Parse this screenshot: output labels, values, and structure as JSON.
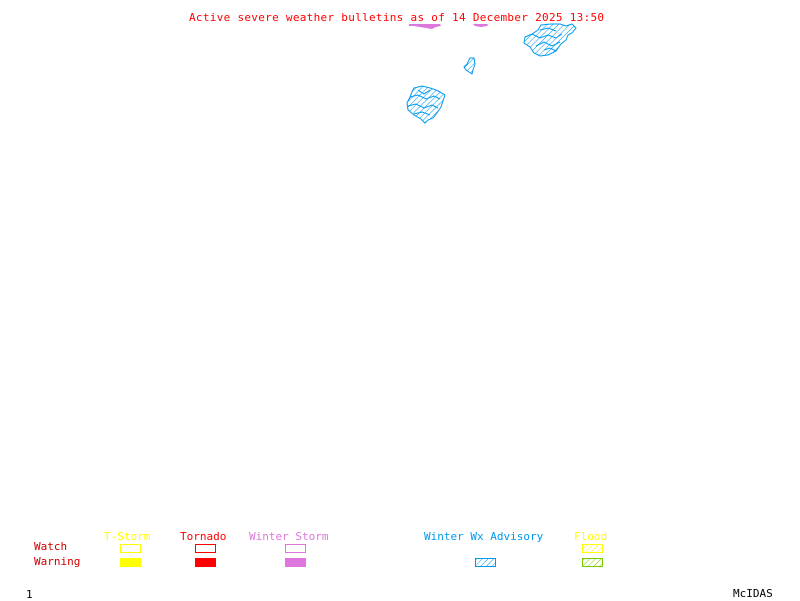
{
  "title": "Active severe weather bulletins as of 14 December 2025 13:50",
  "colors": {
    "title": "#ff0000",
    "row_labels": "#cc0000",
    "tstorm": "#ffff00",
    "tornado": "#ff0000",
    "winter_storm": "#dd77dd",
    "winter_wx_advisory": "#0099ee",
    "flood_watch": "#ffff00",
    "flood_warning": "#77cc00"
  },
  "legend": {
    "row_labels": {
      "watch": "Watch",
      "warning": "Warning"
    },
    "categories": [
      {
        "key": "tstorm",
        "label": "T-Storm",
        "color": "#ffff00",
        "watch": "outline",
        "warning": "filled"
      },
      {
        "key": "tornado",
        "label": "Tornado",
        "color": "#ff0000",
        "watch": "outline",
        "warning": "filled"
      },
      {
        "key": "winter_storm",
        "label": "Winter Storm",
        "color": "#dd77dd",
        "watch": "outline",
        "warning": "filled"
      },
      {
        "key": "winter_wx_advisory",
        "label": "Winter Wx Advisory",
        "color": "#0099ee",
        "watch": "none",
        "warning": "hatched"
      },
      {
        "key": "flood",
        "label": "Flood",
        "color": "#ffff00",
        "warning_color": "#77cc00",
        "watch": "hatched",
        "warning": "hatched"
      }
    ]
  },
  "map_features": [
    {
      "type": "Winter Wx Advisory",
      "region": "northeast-cluster",
      "color": "#0099ee"
    },
    {
      "type": "Winter Wx Advisory",
      "region": "small-central",
      "color": "#0099ee"
    },
    {
      "type": "Winter Wx Advisory",
      "region": "south-cluster",
      "color": "#0099ee"
    },
    {
      "type": "Winter Storm Warning",
      "region": "top-strip-left",
      "color": "#dd77dd"
    },
    {
      "type": "Winter Storm Warning",
      "region": "top-strip-right",
      "color": "#dd77dd"
    }
  ],
  "footer": {
    "frame_number": "1",
    "brand": "McIDAS"
  }
}
